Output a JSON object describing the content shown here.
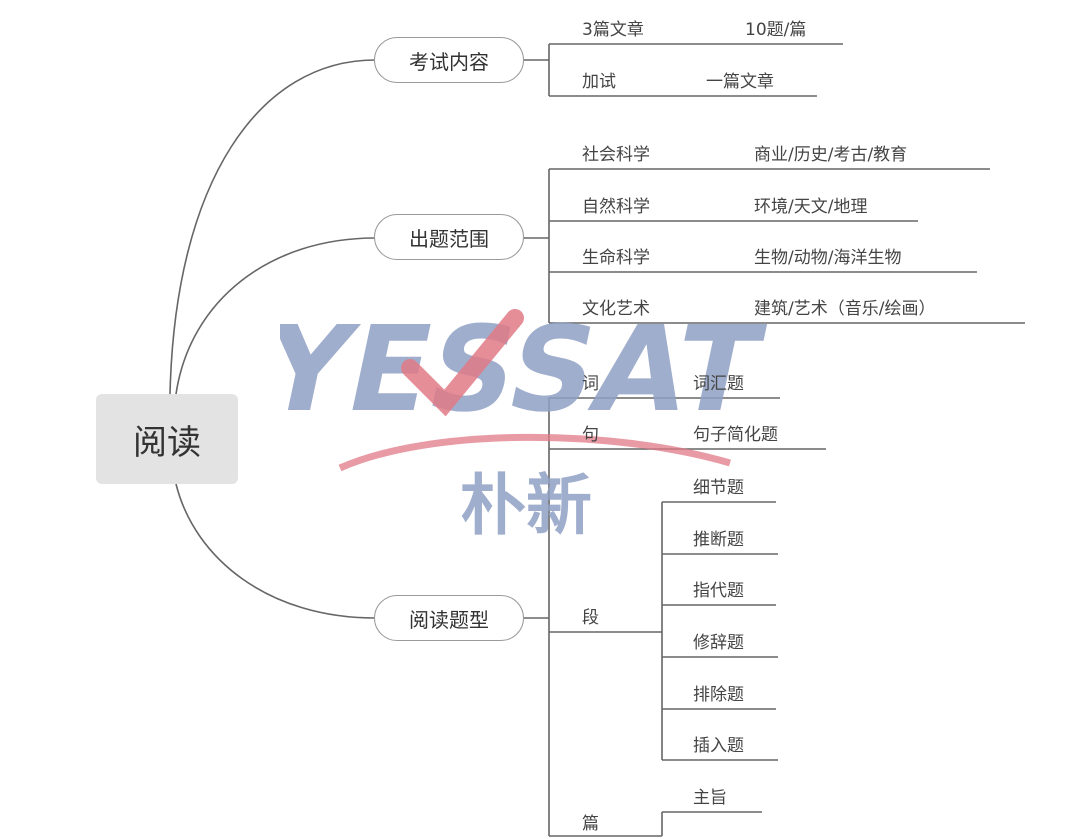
{
  "root": {
    "label": "阅读"
  },
  "branches": [
    {
      "label": "考试内容"
    },
    {
      "label": "出题范围"
    },
    {
      "label": "阅读题型"
    }
  ],
  "exam_content": [
    {
      "key": "3篇文章",
      "value": "10题/篇"
    },
    {
      "key": "加试",
      "value": "一篇文章"
    }
  ],
  "scope": [
    {
      "key": "社会科学",
      "value": "商业/历史/考古/教育"
    },
    {
      "key": "自然科学",
      "value": "环境/天文/地理"
    },
    {
      "key": "生命科学",
      "value": "生物/动物/海洋生物"
    },
    {
      "key": "文化艺术",
      "value": "建筑/艺术（音乐/绘画）"
    }
  ],
  "question_types": {
    "word": {
      "key": "词",
      "value": "词汇题"
    },
    "sentence": {
      "key": "句",
      "value": "句子简化题"
    },
    "paragraph": {
      "key": "段",
      "items": [
        "细节题",
        "推断题",
        "指代题",
        "修辞题",
        "排除题",
        "插入题"
      ]
    },
    "passage": {
      "key": "篇",
      "value": "主旨"
    }
  },
  "watermark": {
    "logo": "YESSAT",
    "chinese": "朴新",
    "color_blue": "#8fa0c4",
    "color_red": "#e07a86"
  },
  "colors": {
    "line": "#666666",
    "underline": "#555555",
    "root_bg": "#e3e3e3"
  }
}
